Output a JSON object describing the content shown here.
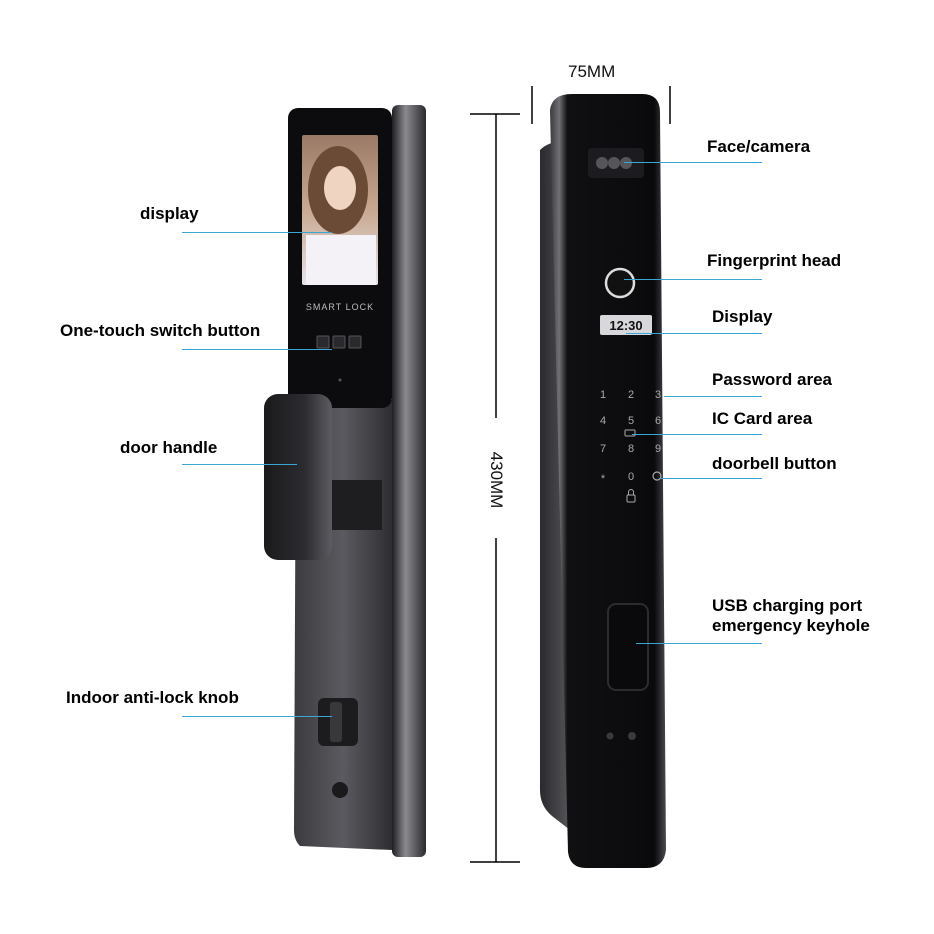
{
  "dimensions": {
    "width": "75MM",
    "height": "430MM"
  },
  "left_lock": {
    "screen_text": "SMART LOCK",
    "labels": {
      "display": "display",
      "switch_button": "One-touch switch button",
      "door_handle": "door handle",
      "anti_lock_knob": "Indoor anti-lock knob"
    }
  },
  "right_lock": {
    "clock": "12:30",
    "keypad": [
      "1",
      "2",
      "3",
      "4",
      "5",
      "6",
      "7",
      "8",
      "9",
      "*",
      "0"
    ],
    "labels": {
      "face_camera": "Face/camera",
      "fingerprint": "Fingerprint head",
      "display": "Display",
      "password": "Password area",
      "ic_card": "IC Card area",
      "doorbell": "doorbell button",
      "usb_line1": "USB charging port",
      "usb_line2": "emergency keyhole"
    }
  },
  "colors": {
    "leader": "#3aa6d6",
    "body": "#4a4a4e",
    "panel": "#0d0d10"
  }
}
